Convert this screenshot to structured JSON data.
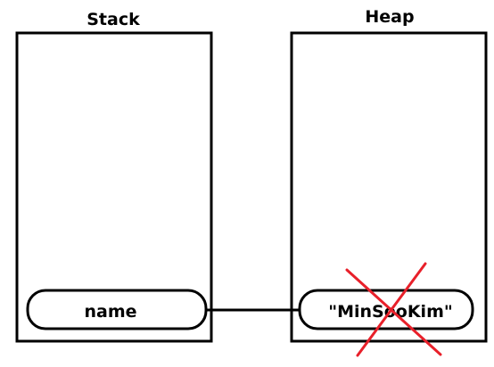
{
  "stack": {
    "title": "Stack",
    "variable_label": "name"
  },
  "heap": {
    "title": "Heap",
    "object_label": "\"MinSooKim\""
  },
  "colors": {
    "outline": "#000000",
    "cross": "#e8202a",
    "background": "#ffffff"
  }
}
